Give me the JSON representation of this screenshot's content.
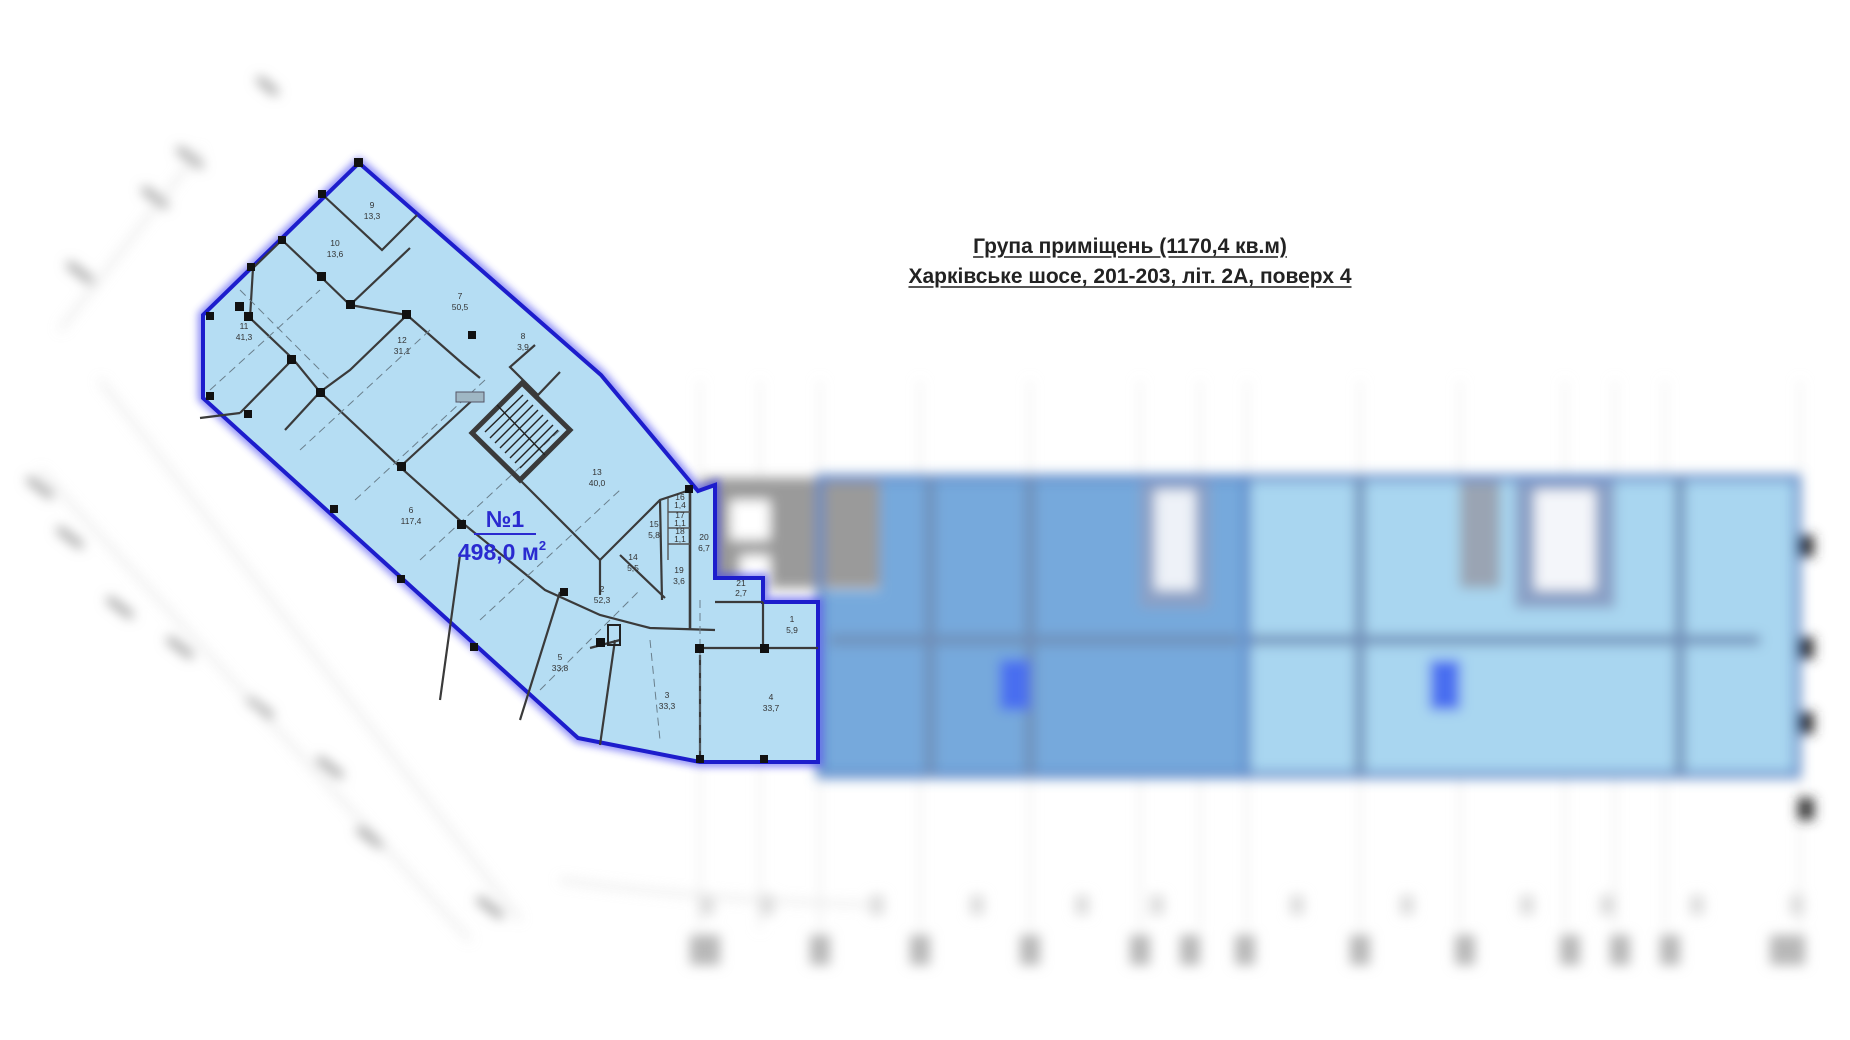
{
  "title": {
    "line1": "Група приміщень (1170,4 кв.м)",
    "line2": "Харківське шосе, 201-203, літ. 2А, поверх 4"
  },
  "colors": {
    "unit_fill": "#b5ddf3",
    "unit_outline": "#1d1dcc",
    "label_blue": "#2a2ad0",
    "blurred_band_dark": "#76a9dc",
    "blurred_band_light": "#a9d6f0"
  },
  "unit": {
    "number": "№1",
    "area": "498,0 м",
    "area_sup": "2"
  },
  "rooms": [
    {
      "n": "1",
      "a": "5,9"
    },
    {
      "n": "2",
      "a": "52,3"
    },
    {
      "n": "3",
      "a": "33,3"
    },
    {
      "n": "4",
      "a": "33,7"
    },
    {
      "n": "5",
      "a": "33,8"
    },
    {
      "n": "6",
      "a": "117,4"
    },
    {
      "n": "7",
      "a": "50,5"
    },
    {
      "n": "8",
      "a": "3,9"
    },
    {
      "n": "9",
      "a": "13,3"
    },
    {
      "n": "10",
      "a": "13,6"
    },
    {
      "n": "11",
      "a": "41,3"
    },
    {
      "n": "12",
      "a": "31,1"
    },
    {
      "n": "13",
      "a": "40,0"
    },
    {
      "n": "14",
      "a": "5,5"
    },
    {
      "n": "15",
      "a": "5,8"
    },
    {
      "n": "16",
      "a": "1,4"
    },
    {
      "n": "17",
      "a": "1,1"
    },
    {
      "n": "18",
      "a": "1,1"
    },
    {
      "n": "19",
      "a": "3,6"
    },
    {
      "n": "20",
      "a": "6,7"
    },
    {
      "n": "21",
      "a": "2,7"
    }
  ]
}
